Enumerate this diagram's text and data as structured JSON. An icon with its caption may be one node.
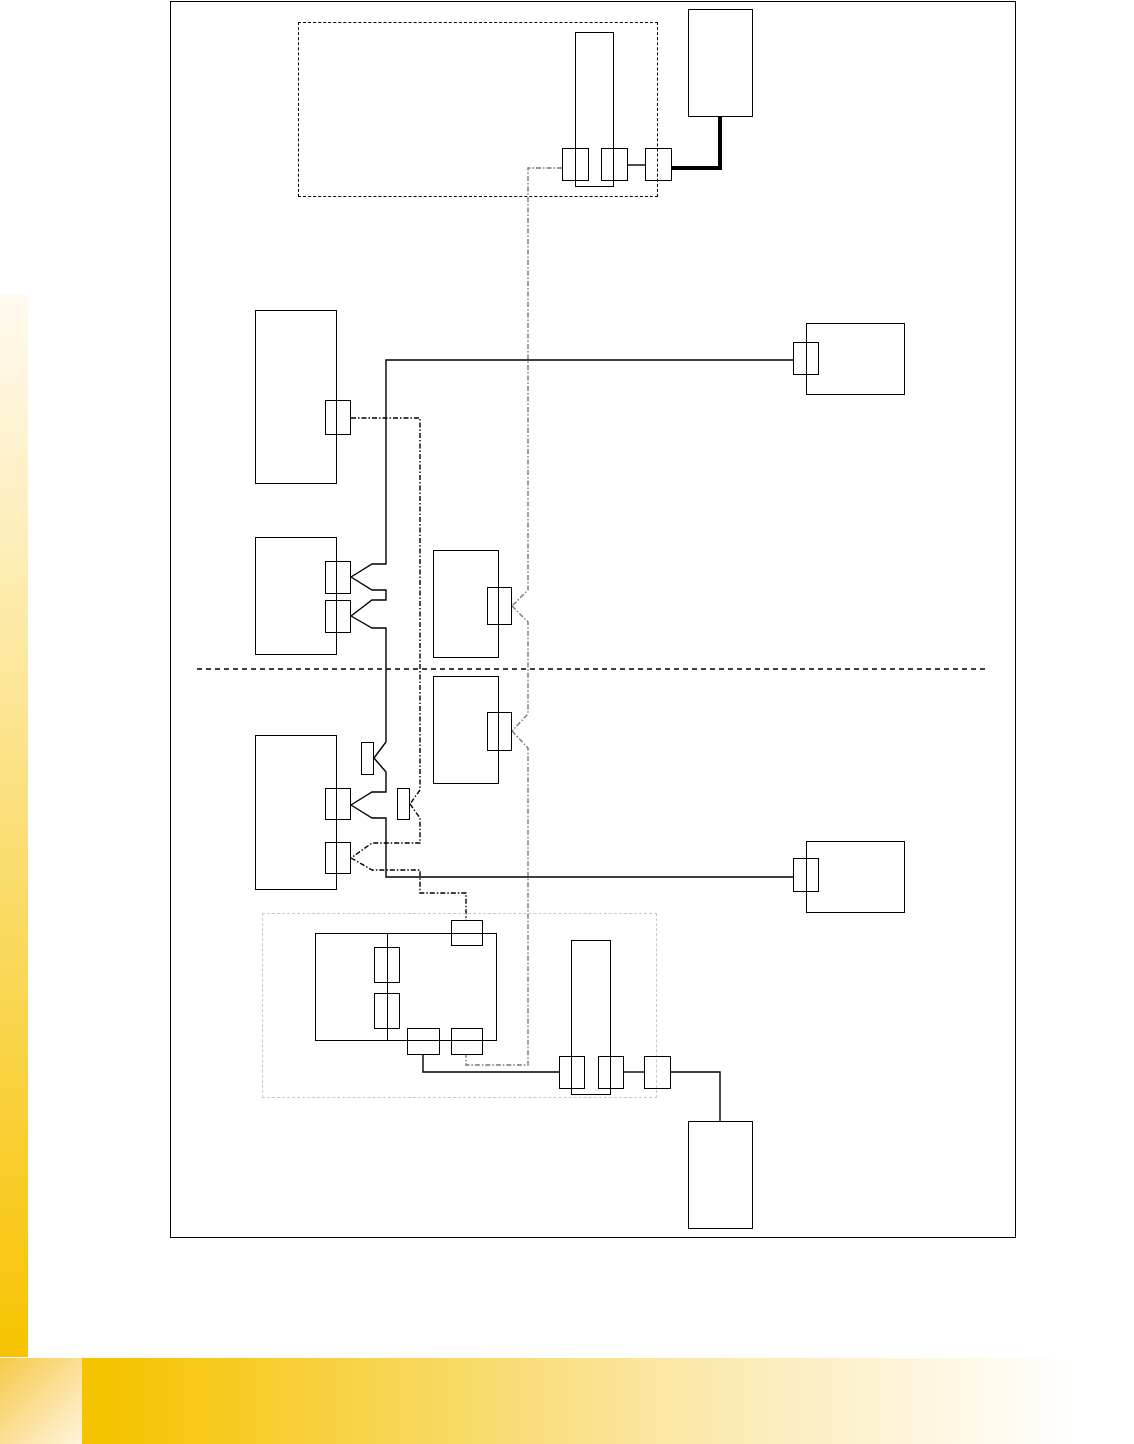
{
  "diagram": {
    "nodes": [
      {
        "text": [],
        "shape": "box"
      },
      {
        "text": [],
        "shape": "box",
        "in": 0
      },
      {
        "text": [],
        "shape": "box",
        "in": 0
      },
      {
        "text": [],
        "shape": "box",
        "in": 0
      },
      {
        "text": [],
        "shape": "box"
      },
      {
        "text": [],
        "shape": "box"
      },
      {
        "text": [],
        "shape": "box"
      },
      {
        "text": [],
        "shape": "box"
      },
      {
        "text": [],
        "shape": "box"
      },
      {
        "text": [],
        "shape": "box"
      },
      {
        "text": [],
        "shape": "box"
      },
      {
        "text": [],
        "shape": "box"
      },
      {
        "text": [],
        "shape": "box"
      },
      {
        "text": [],
        "shape": "box"
      },
      {
        "text": [],
        "shape": "box"
      },
      {
        "text": [],
        "shape": "box"
      },
      {
        "text": [],
        "shape": "box"
      },
      {
        "text": [],
        "shape": "box"
      },
      {
        "text": [],
        "shape": "box"
      },
      {
        "text": [],
        "shape": "box"
      },
      {
        "text": [],
        "shape": "box"
      },
      {
        "text": [],
        "shape": "box"
      },
      {
        "text": [],
        "shape": "box"
      },
      {
        "text": [],
        "shape": "box"
      },
      {
        "text": [],
        "shape": "box"
      },
      {
        "text": [],
        "shape": "box",
        "in": 24
      },
      {
        "text": [],
        "shape": "box",
        "in": 24
      },
      {
        "text": [],
        "shape": "box",
        "in": 24
      },
      {
        "text": [],
        "shape": "box",
        "in": 24
      },
      {
        "text": [],
        "shape": "box",
        "in": 24
      },
      {
        "text": [],
        "shape": "box",
        "in": 24
      },
      {
        "text": [],
        "shape": "box",
        "in": 24
      },
      {
        "text": [],
        "shape": "box",
        "in": 24
      },
      {
        "text": [],
        "shape": "box",
        "in": 24
      },
      {
        "text": [],
        "shape": "box",
        "in": 24
      },
      {
        "text": [],
        "shape": "box"
      },
      {
        "text": [],
        "shape": "box"
      }
    ],
    "edges": [
      {
        "from": 3,
        "to": 4,
        "arrow": "none"
      },
      {
        "from": 4,
        "to": 5,
        "arrow": "none",
        "style": "thick"
      },
      {
        "from": 2,
        "to": 14,
        "arrow": "none",
        "style": "dashed",
        "color": "#777777"
      },
      {
        "from": 14,
        "to": 16,
        "arrow": "none",
        "style": "dashed",
        "color": "#777777"
      },
      {
        "from": 16,
        "to": 31,
        "arrow": "none",
        "style": "dashed",
        "color": "#777777"
      },
      {
        "from": 9,
        "to": 11,
        "arrow": "none"
      },
      {
        "from": 11,
        "to": 12,
        "arrow": "none"
      },
      {
        "from": 12,
        "to": 17,
        "arrow": "none"
      },
      {
        "from": 17,
        "to": 19,
        "arrow": "none"
      },
      {
        "from": 19,
        "to": 23,
        "arrow": "none"
      },
      {
        "from": 7,
        "to": 20,
        "arrow": "none",
        "style": "dashed"
      },
      {
        "from": 20,
        "to": 21,
        "arrow": "none",
        "style": "dashed"
      },
      {
        "from": 21,
        "to": 27,
        "arrow": "none",
        "style": "dashed"
      },
      {
        "from": 30,
        "to": 33,
        "arrow": "none"
      },
      {
        "from": 34,
        "to": 35,
        "arrow": "none"
      },
      {
        "from": 35,
        "to": 36,
        "arrow": "none"
      }
    ]
  }
}
